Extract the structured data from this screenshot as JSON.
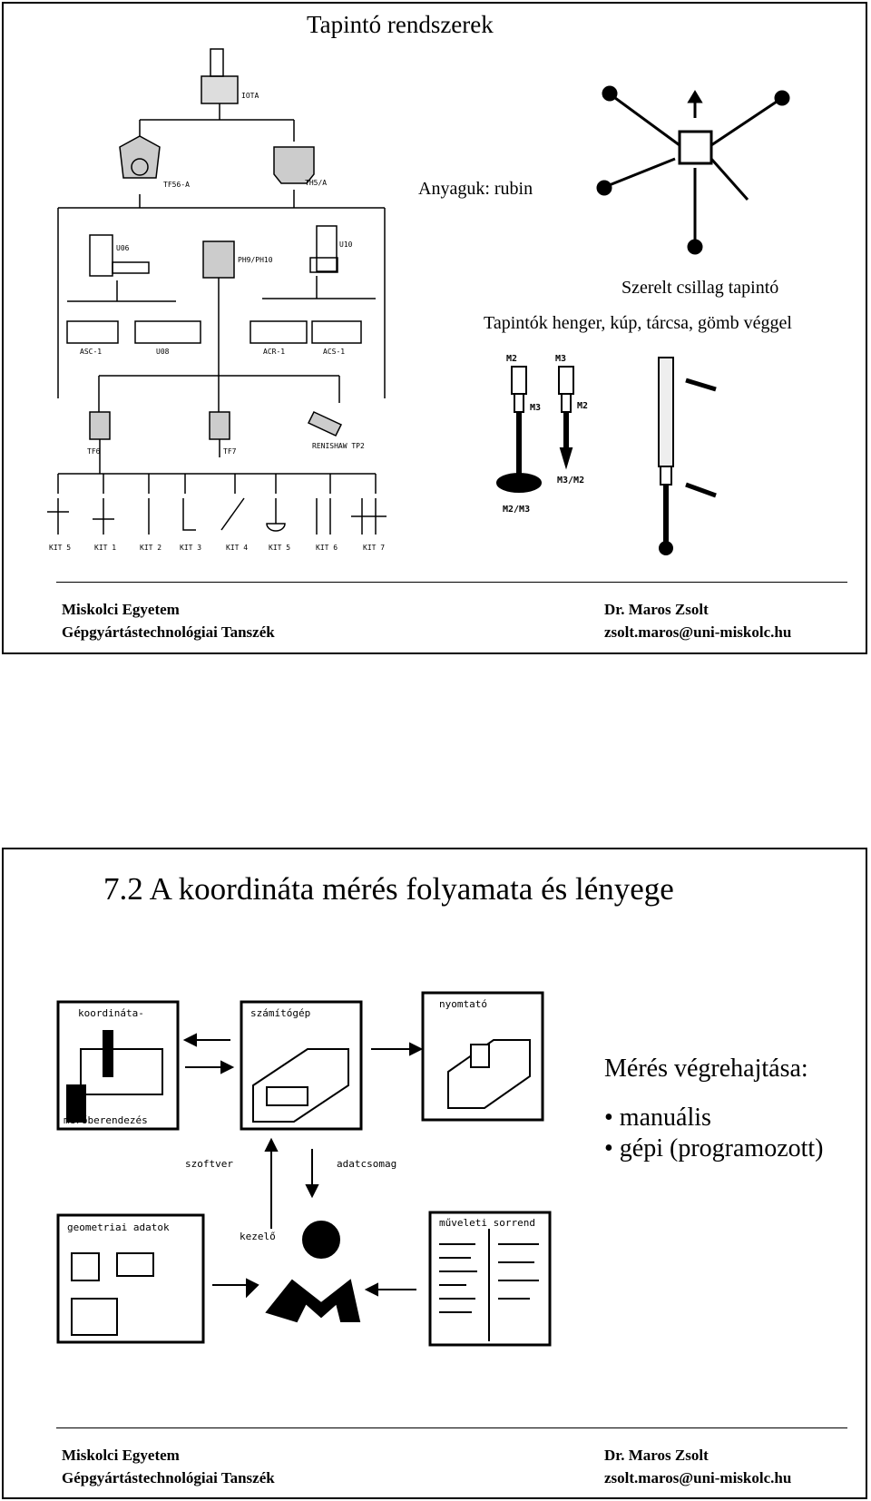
{
  "slide1": {
    "title": "Tapintó rendszerek",
    "material_note": "Anyaguk: rubin",
    "star_probe_caption": "Szerelt csillag tapintó",
    "tips_caption": "Tapintók henger, kúp, tárcsa, gömb véggel",
    "diagram_labels": {
      "iota": "IOTA",
      "tf56a": "TF56-A",
      "th5a": "TH5/A",
      "u06": "U06",
      "ph9": "PH9/PH10",
      "u10": "U10",
      "asc1": "ASC-1",
      "u08": "U08",
      "acr1": "ACR-1",
      "acs1": "ACS-1",
      "tf6": "TF6",
      "tf7": "TF7",
      "renishaw": "RENISHAW TP2",
      "kits": [
        "KIT 5",
        "KIT 1",
        "KIT 2",
        "KIT 3",
        "KIT 4",
        "KIT 5",
        "KIT 6",
        "KIT 7"
      ]
    },
    "tip_labels": {
      "m2a": "M2",
      "m3a": "M3",
      "m3b": "M3",
      "m2b": "M2",
      "m3m2": "M3/M2",
      "m2m3": "M2/M3"
    },
    "footer": {
      "left_line1": "Miskolci Egyetem",
      "left_line2": "Gépgyártástechnológiai Tanszék",
      "right_line1": "Dr. Maros Zsolt",
      "right_line2": "zsolt.maros@uni-miskolc.hu"
    }
  },
  "slide2": {
    "title": "7.2 A koordináta mérés folyamata és lényege",
    "diagram_labels": {
      "cmm_top": "koordináta-",
      "cmm_bottom": "mérőberendezés",
      "computer": "számítógép",
      "printer": "nyomtató",
      "software": "szoftver",
      "datapack": "adatcsomag",
      "geometry": "geometriai adatok",
      "operator": "kezelő",
      "sequence": "műveleti sorrend"
    },
    "execution_heading": "Mérés végrehajtása:",
    "execution_items": [
      "• manuális",
      "• gépi (programozott)"
    ],
    "footer": {
      "left_line1": "Miskolci Egyetem",
      "left_line2": "Gépgyártástechnológiai Tanszék",
      "right_line1": "Dr. Maros Zsolt",
      "right_line2": "zsolt.maros@uni-miskolc.hu"
    }
  }
}
